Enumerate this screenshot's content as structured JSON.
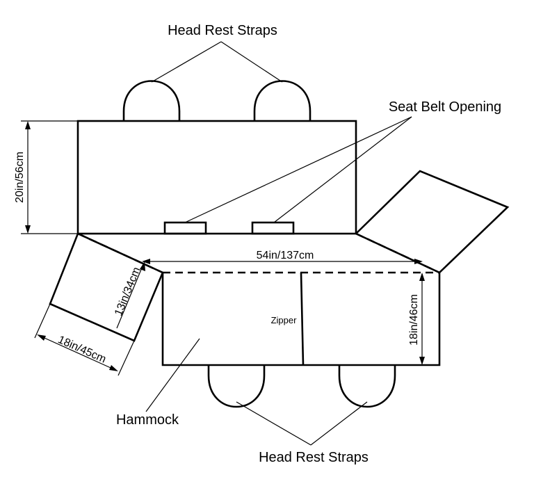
{
  "labels": {
    "head_rest_straps_top": "Head Rest Straps",
    "seat_belt_opening": "Seat Belt Opening",
    "zipper": "Zipper",
    "hammock": "Hammock",
    "head_rest_straps_bottom": "Head Rest Straps"
  },
  "dimensions": {
    "back_height": "20in/56cm",
    "width": "54in/137cm",
    "flap_height": "13in/34cm",
    "flap_width": "18in/45cm",
    "hammock_depth": "18in/46cm"
  }
}
